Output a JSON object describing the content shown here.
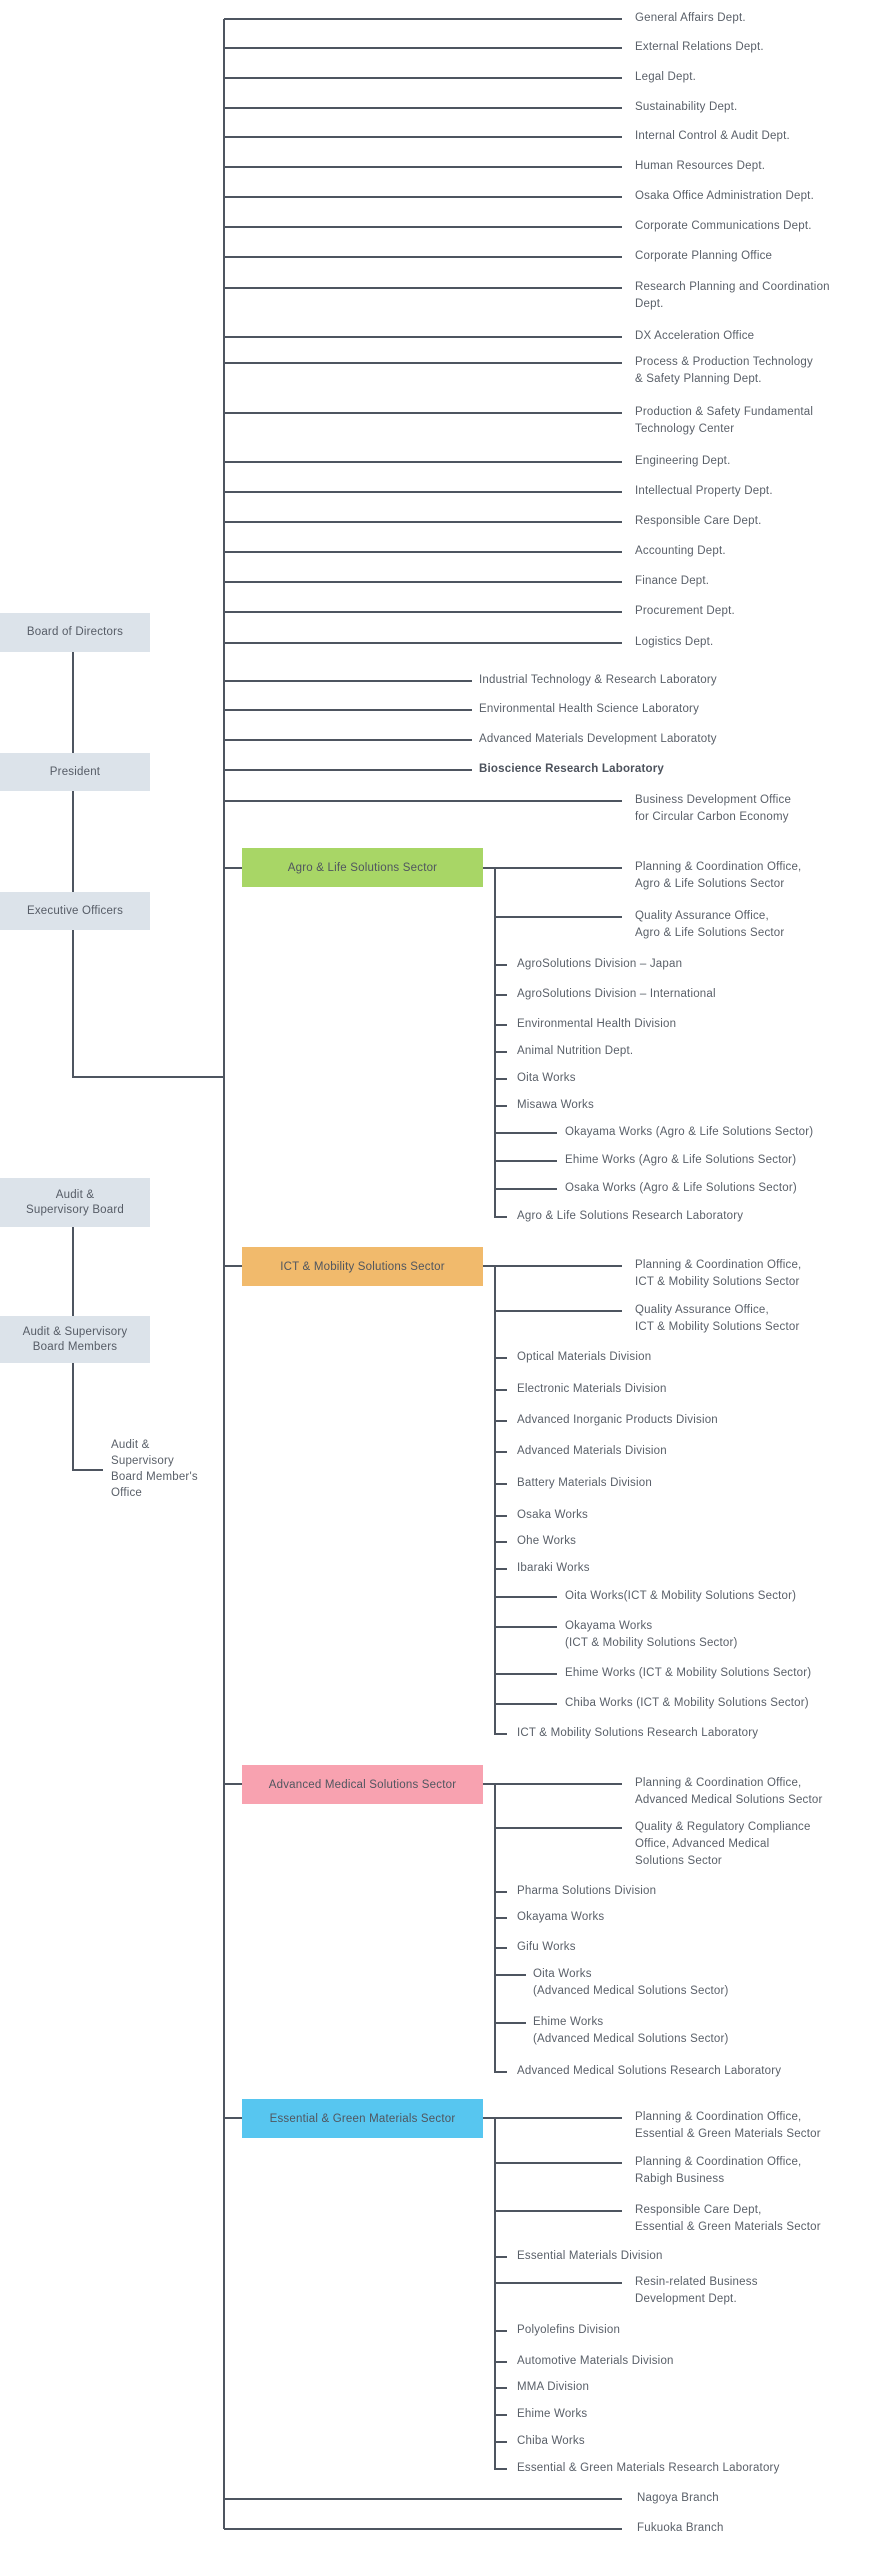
{
  "governance": {
    "boxes": [
      "Board of Directors",
      "President",
      "Executive Officers",
      "Audit &\nSupervisory Board",
      "Audit & Supervisory\nBoard Members"
    ],
    "member_office": "Audit &\nSupervisory\nBoard Member's\nOffice"
  },
  "corporate_units": [
    "General Affairs Dept.",
    "External Relations Dept.",
    "Legal Dept.",
    "Sustainability Dept.",
    "Internal Control & Audit Dept.",
    "Human Resources Dept.",
    "Osaka Office Administration Dept.",
    "Corporate Communications Dept.",
    "Corporate Planning Office",
    "Research Planning and Coordination\nDept.",
    "DX Acceleration Office",
    "Process & Production Technology\n& Safety Planning Dept.",
    "Production & Safety Fundamental\nTechnology Center",
    "Engineering Dept.",
    "Intellectual Property Dept.",
    "Responsible Care Dept.",
    "Accounting Dept.",
    "Finance Dept.",
    "Procurement Dept.",
    "Logistics Dept."
  ],
  "laboratories": [
    "Industrial Technology & Research Laboratory",
    "Environmental Health Science Laboratory",
    "Advanced Materials Development Laboratoty",
    "Bioscience Research Laboratory"
  ],
  "business_dev_office": "Business Development Office\nfor Circular Carbon Economy",
  "sectors": [
    {
      "name": "Agro & Life Solutions Sector",
      "color": "#A8D666",
      "children": [
        "Planning & Coordination Office,\nAgro & Life Solutions Sector",
        "Quality Assurance Office,\nAgro & Life Solutions Sector",
        "AgroSolutions Division – Japan",
        "AgroSolutions Division – International",
        "Environmental Health Division",
        "Animal Nutrition Dept.",
        "Oita Works",
        "Misawa Works",
        "Okayama Works (Agro & Life Solutions Sector)",
        "Ehime Works (Agro & Life Solutions Sector)",
        "Osaka Works (Agro & Life Solutions Sector)",
        "Agro & Life Solutions Research Laboratory"
      ]
    },
    {
      "name": "ICT & Mobility Solutions Sector",
      "color": "#F1BA6C",
      "children": [
        "Planning & Coordination Office,\nICT & Mobility Solutions Sector",
        "Quality Assurance Office,\nICT & Mobility Solutions Sector",
        "Optical Materials Division",
        "Electronic Materials Division",
        "Advanced Inorganic Products Division",
        "Advanced Materials Division",
        "Battery Materials Division",
        "Osaka Works",
        "Ohe Works",
        "Ibaraki Works",
        "Oita Works(ICT & Mobility Solutions Sector)",
        "Okayama Works\n(ICT & Mobility Solutions Sector)",
        "Ehime Works (ICT & Mobility Solutions Sector)",
        "Chiba Works (ICT & Mobility Solutions Sector)",
        "ICT & Mobility Solutions Research Laboratory"
      ]
    },
    {
      "name": "Advanced Medical Solutions Sector",
      "color": "#F8A2B0",
      "children": [
        "Planning & Coordination Office,\nAdvanced Medical Solutions Sector",
        "Quality & Regulatory Compliance\nOffice, Advanced Medical\nSolutions Sector",
        "Pharma Solutions Division",
        "Okayama Works",
        "Gifu Works",
        "Oita Works\n(Advanced Medical Solutions Sector)",
        "Ehime Works\n(Advanced Medical Solutions Sector)",
        "Advanced Medical Solutions Research Laboratory"
      ]
    },
    {
      "name": "Essential & Green Materials Sector",
      "color": "#57C6F0",
      "children": [
        "Planning & Coordination Office,\nEssential & Green Materials Sector",
        "Planning & Coordination Office,\nRabigh Business",
        "Responsible Care Dept,\nEssential & Green Materials Sector",
        "Essential Materials Division",
        "Resin-related Business\nDevelopment Dept.",
        "Polyolefins Division",
        "Automotive Materials Division",
        "MMA Division",
        "Ehime Works",
        "Chiba Works",
        "Essential & Green Materials Research Laboratory"
      ]
    }
  ],
  "branches": [
    "Nagoya Branch",
    "Fukuoka Branch"
  ],
  "colors": {
    "governance_box": "#DCE3EA",
    "sector_agro": "#A8D666",
    "sector_ict": "#F1BA6C",
    "sector_medical": "#F8A2B0",
    "sector_materials": "#57C6F0",
    "line": "#4E5560",
    "text": "#5A6069"
  }
}
